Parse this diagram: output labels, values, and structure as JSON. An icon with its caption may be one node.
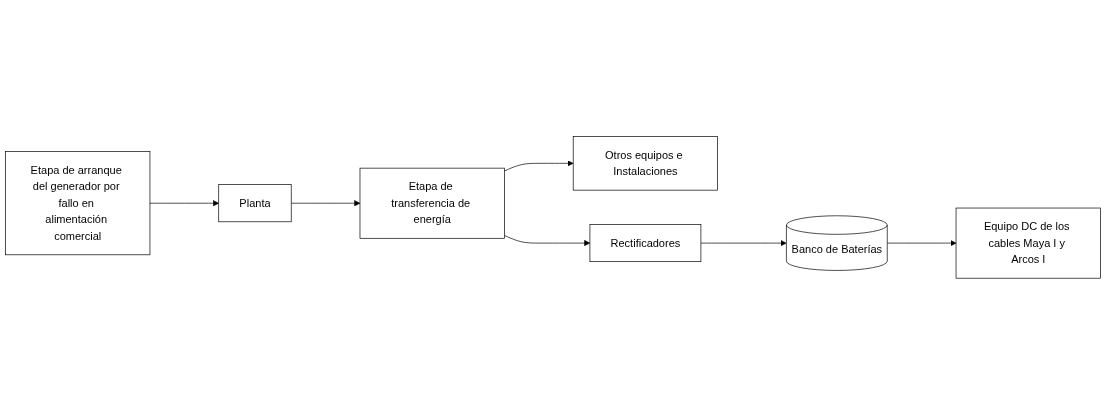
{
  "diagram": {
    "nodes": [
      {
        "text": [
          "Etapa de arranque del generador por fallo en alimentación comercial"
        ]
      },
      {
        "text": [
          "Planta"
        ]
      },
      {
        "text": [
          "Etapa de transferencia de energía"
        ]
      },
      {
        "text": [
          "Otros equipos e Instalaciones"
        ]
      },
      {
        "text": [
          "Rectificadores"
        ]
      },
      {
        "text": [
          "Equipo DC de los cables Maya I y Arcos I"
        ]
      },
      {
        "text": [
          "Banco de Baterías"
        ]
      }
    ],
    "edges": [
      {
        "from": 0,
        "to": 1,
        "arrow": "to"
      },
      {
        "from": 1,
        "to": 2,
        "arrow": "to"
      },
      {
        "from": 2,
        "to": 4,
        "arrow": "to"
      },
      {
        "from": 2,
        "to": 3,
        "arrow": "to"
      },
      {
        "from": 4,
        "to": 6,
        "arrow": "to"
      },
      {
        "from": 6,
        "to": 5,
        "arrow": "to"
      }
    ]
  }
}
